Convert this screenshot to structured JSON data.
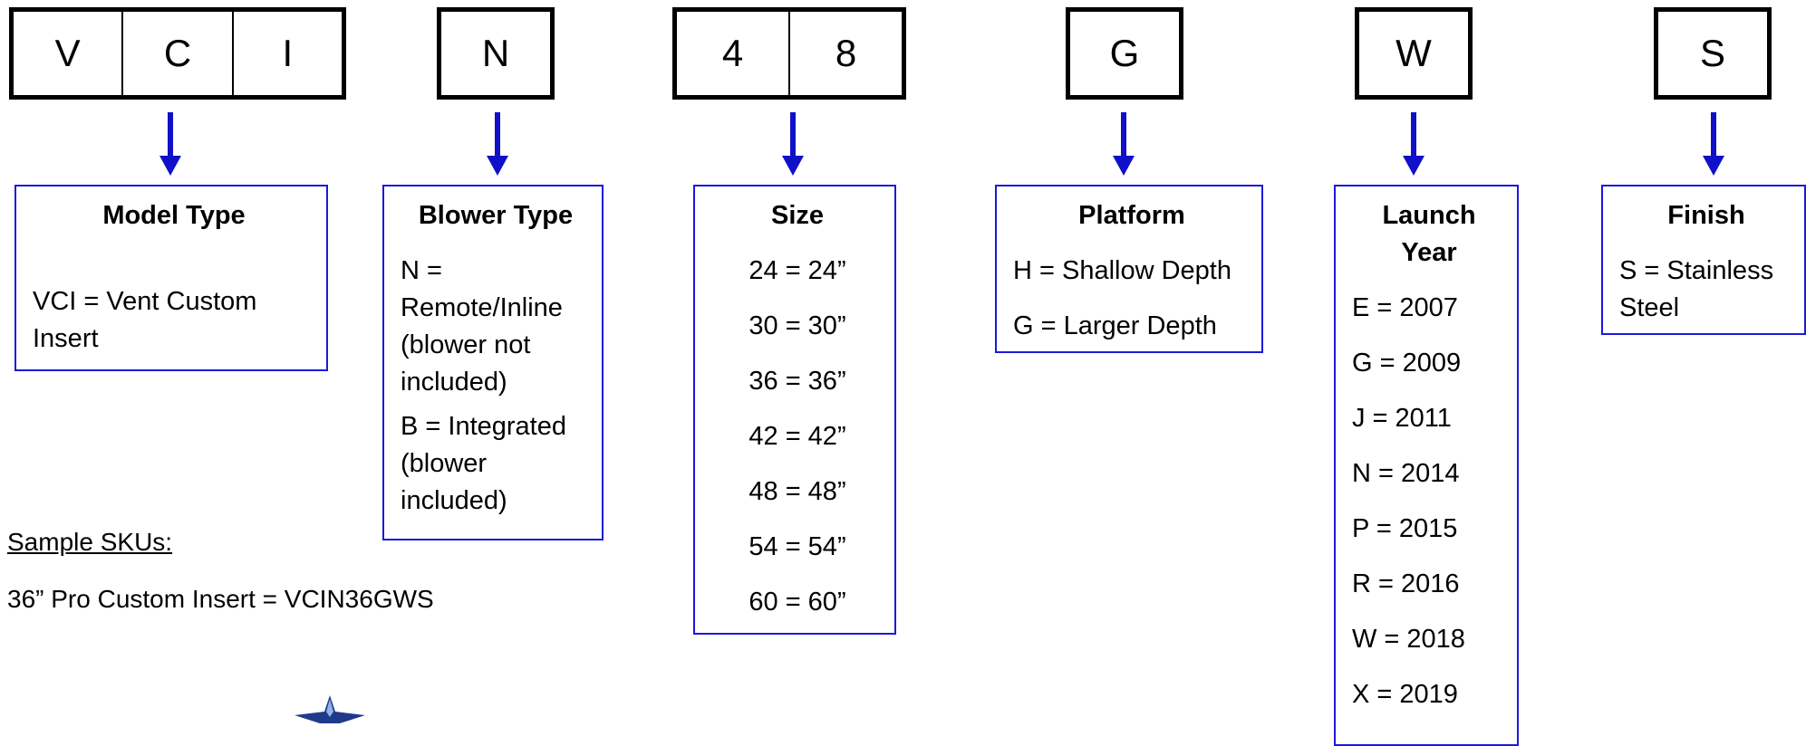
{
  "codes": [
    {
      "cells": [
        "V",
        "C",
        "I"
      ]
    },
    {
      "cells": [
        "N"
      ]
    },
    {
      "cells": [
        "4",
        "8"
      ]
    },
    {
      "cells": [
        "G"
      ]
    },
    {
      "cells": [
        "W"
      ]
    },
    {
      "cells": [
        "S"
      ]
    }
  ],
  "descriptions": [
    {
      "title": "Model Type",
      "lines": [
        "VCI = Vent Custom Insert"
      ]
    },
    {
      "title": "Blower Type",
      "lines": [
        "N = Remote/Inline (blower not included)",
        "B = Integrated (blower included)"
      ]
    },
    {
      "title": "Size",
      "lines": [
        "24 = 24”",
        "30 = 30”",
        "36 = 36”",
        "42 = 42”",
        "48 = 48”",
        "54 = 54”",
        "60 = 60”"
      ]
    },
    {
      "title": "Platform",
      "lines": [
        "H = Shallow Depth",
        "G = Larger Depth"
      ]
    },
    {
      "title": "Launch Year",
      "lines": [
        "E = 2007",
        "G = 2009",
        "J = 2011",
        "N = 2014",
        "P = 2015",
        "R = 2016",
        "W = 2018",
        "X = 2019"
      ]
    },
    {
      "title": "Finish",
      "lines": [
        "S = Stainless Steel"
      ]
    }
  ],
  "samples": {
    "heading": "Sample SKUs:",
    "sku": "36” Pro Custom Insert = VCIN36GWS"
  },
  "colors": {
    "arrow": "#1010c8",
    "desc_border": "#1a1adb",
    "code_border": "#000000"
  }
}
